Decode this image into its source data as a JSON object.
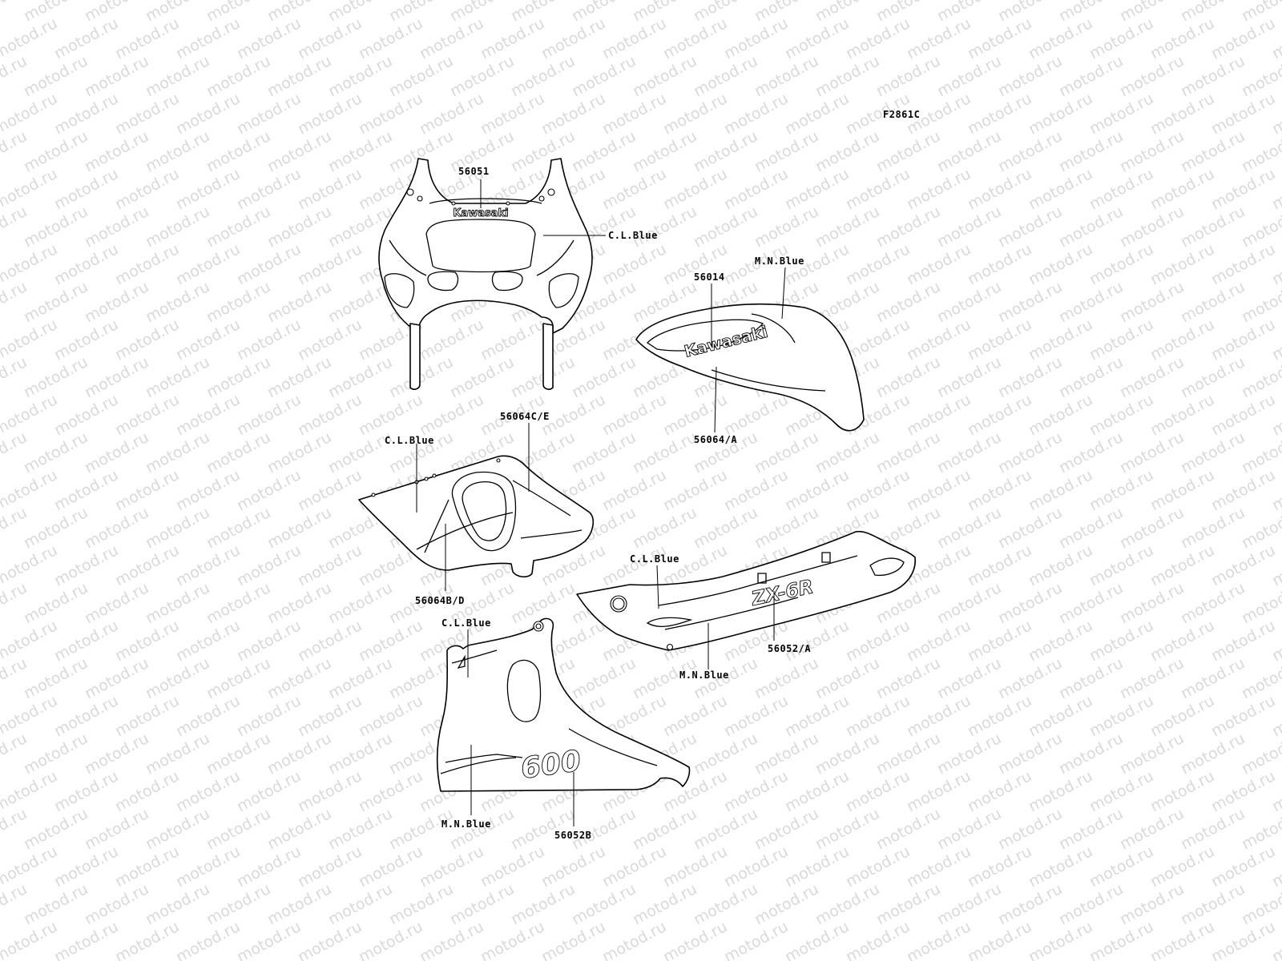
{
  "figure_code": "F2861C",
  "watermark": "motod.ru",
  "brand_decal": "Kawasaki",
  "model_decals": {
    "side": "ZX-6R",
    "lower": "600"
  },
  "callouts": {
    "upper_cowl_part": "56051",
    "upper_cowl_color": "C.L.Blue",
    "tank_color": "M.N.Blue",
    "tank_part": "56014",
    "tank_side_part": "56064/A",
    "middle_cowl_part_ce": "56064C/E",
    "middle_cowl_color": "C.L.Blue",
    "middle_cowl_part_bd": "56064B/D",
    "side_cover_color_cl": "C.L.Blue",
    "side_cover_part": "56052/A",
    "side_cover_color_mn": "M.N.Blue",
    "lower_cowl_color_cl": "C.L.Blue",
    "lower_cowl_color_mn": "M.N.Blue",
    "lower_cowl_part": "56052B"
  },
  "colors": {
    "line": "#000000",
    "watermark": "#d9d9d9",
    "background": "#ffffff"
  }
}
